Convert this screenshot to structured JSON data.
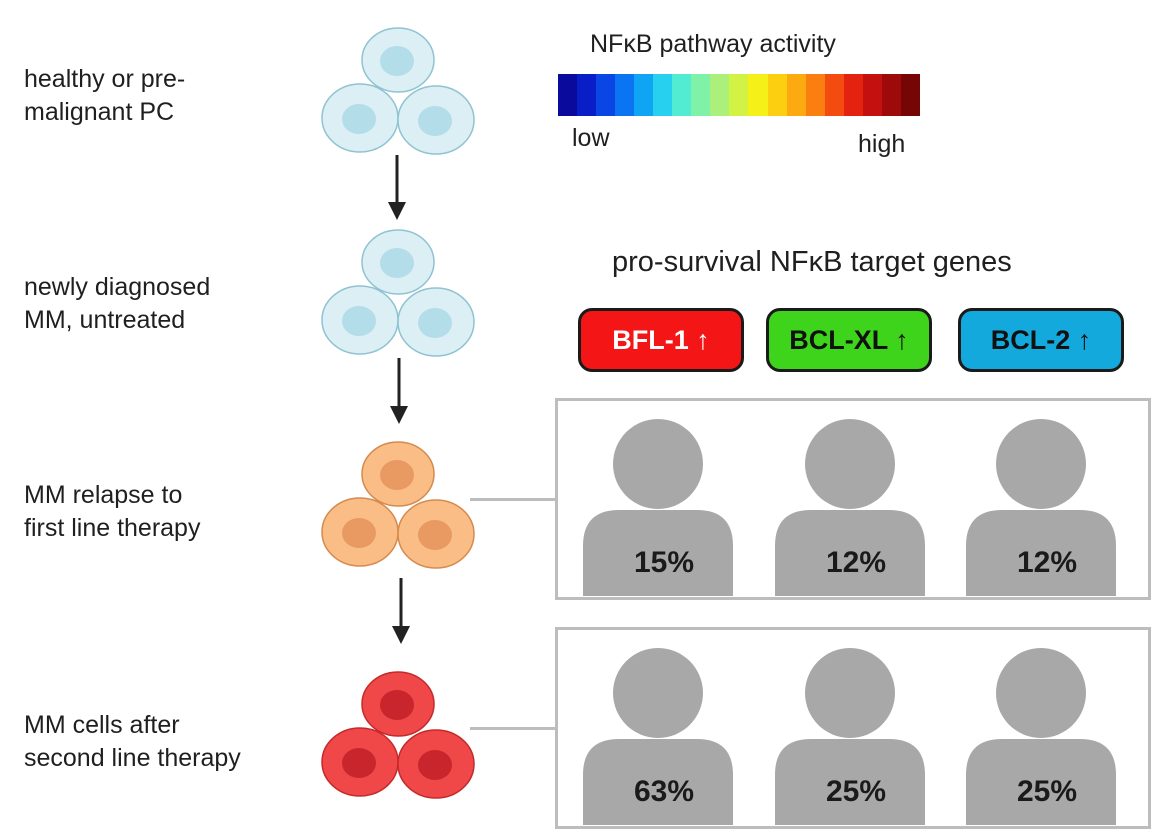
{
  "stages": [
    {
      "label": "healthy or pre-\nmalignant PC",
      "cell_color": "#dbeff5",
      "nucleus_color": "#b3dde9",
      "outline_color": "#8fc3d2"
    },
    {
      "label": "newly diagnosed\nMM, untreated",
      "cell_color": "#dbeff5",
      "nucleus_color": "#b3dde9",
      "outline_color": "#8fc3d2"
    },
    {
      "label": "MM relapse to\nfirst line therapy",
      "cell_color": "#f9bd85",
      "nucleus_color": "#e99a62",
      "outline_color": "#d58a4f"
    },
    {
      "label": "MM cells after\nsecond line therapy",
      "cell_color": "#f04848",
      "nucleus_color": "#c8262c",
      "outline_color": "#c42a2a"
    }
  ],
  "legend": {
    "title": "NFκB pathway activity",
    "low_label": "low",
    "high_label": "high",
    "colors": [
      "#0a0a9c",
      "#0a1ec8",
      "#0a46e6",
      "#0a74f2",
      "#10a4f4",
      "#26d0ee",
      "#52ecd2",
      "#80f2a8",
      "#aaf07a",
      "#d2f244",
      "#f4f018",
      "#fcd010",
      "#fcaa10",
      "#fa7e10",
      "#f44c10",
      "#e42210",
      "#c4100e",
      "#9e0a0a",
      "#760606"
    ]
  },
  "genes": {
    "title": "pro-survival NFκB target genes",
    "items": [
      {
        "label": "BFL-1 ↑",
        "color": "#f41616",
        "text_color": "#ffffff"
      },
      {
        "label": "BCL-XL ↑",
        "color": "#3fd41c",
        "text_color": "#111111"
      },
      {
        "label": "BCL-2 ↑",
        "color": "#14a9dc",
        "text_color": "#111111"
      }
    ]
  },
  "patient_groups": [
    {
      "stage": "MM relapse to first line therapy",
      "percentages": [
        "15%",
        "12%",
        "12%"
      ]
    },
    {
      "stage": "MM cells after second line therapy",
      "percentages": [
        "63%",
        "25%",
        "25%"
      ]
    }
  ],
  "person_icon_color": "#a8a8a8"
}
